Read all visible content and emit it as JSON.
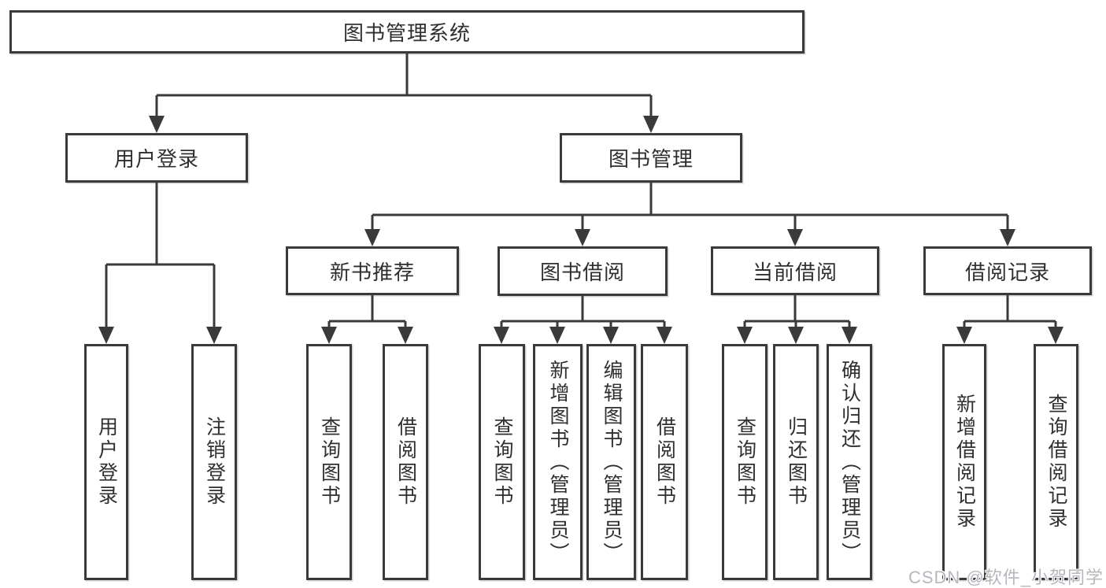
{
  "colors": {
    "line": "#3a3a3a",
    "text": "#2f2f2f",
    "box_background": "#ffffff",
    "watermark": "#b4b8be"
  },
  "diagram": {
    "root": {
      "label": "图书管理系统"
    },
    "branches": [
      {
        "label": "用户登录",
        "children": [
          {
            "label": "用户登录"
          },
          {
            "label": "注销登录"
          }
        ]
      },
      {
        "label": "图书管理",
        "children": [
          {
            "label": "新书推荐",
            "children": [
              {
                "label": "查询图书"
              },
              {
                "label": "借阅图书"
              }
            ]
          },
          {
            "label": "图书借阅",
            "children": [
              {
                "label": "查询图书"
              },
              {
                "label": "新增图书（管理员）"
              },
              {
                "label": "编辑图书（管理员）"
              },
              {
                "label": "借阅图书"
              }
            ]
          },
          {
            "label": "当前借阅",
            "children": [
              {
                "label": "查询图书"
              },
              {
                "label": "归还图书"
              },
              {
                "label": "确认归还（管理员）"
              }
            ]
          },
          {
            "label": "借阅记录",
            "children": [
              {
                "label": "新增借阅记录"
              },
              {
                "label": "查询借阅记录"
              }
            ]
          }
        ]
      }
    ]
  },
  "watermark": {
    "text": "CSDN @软件_小贺同学"
  }
}
